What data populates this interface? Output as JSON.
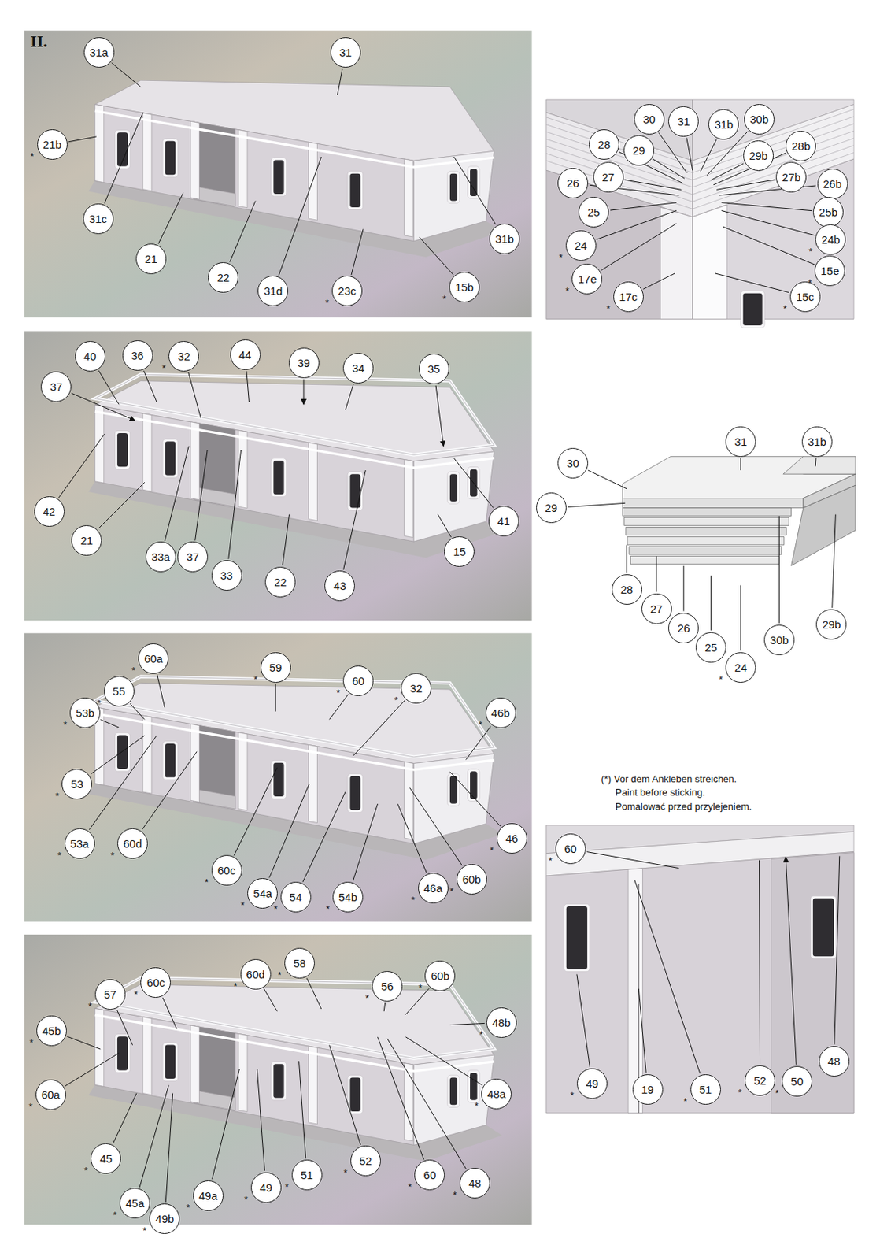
{
  "diagram": {
    "nodes": [
      {
        "text": [
          "31a"
        ]
      },
      {
        "text": [
          "31"
        ]
      },
      {
        "text": [
          "21b",
          "*"
        ]
      },
      {
        "text": [
          "31c"
        ]
      },
      {
        "text": [
          "21"
        ]
      },
      {
        "text": [
          "22"
        ]
      },
      {
        "text": [
          "31d"
        ]
      },
      {
        "text": [
          "23c",
          "*"
        ]
      },
      {
        "text": [
          "31b"
        ]
      },
      {
        "text": [
          "15b",
          "*"
        ]
      },
      {
        "text": [
          "30"
        ]
      },
      {
        "text": [
          "31"
        ]
      },
      {
        "text": [
          "31b"
        ]
      },
      {
        "text": [
          "30b"
        ]
      },
      {
        "text": [
          "28"
        ]
      },
      {
        "text": [
          "29"
        ]
      },
      {
        "text": [
          "29b"
        ]
      },
      {
        "text": [
          "28b"
        ]
      },
      {
        "text": [
          "27"
        ]
      },
      {
        "text": [
          "27b"
        ]
      },
      {
        "text": [
          "26"
        ]
      },
      {
        "text": [
          "26b"
        ]
      },
      {
        "text": [
          "25"
        ]
      },
      {
        "text": [
          "25b"
        ]
      },
      {
        "text": [
          "24",
          "*"
        ]
      },
      {
        "text": [
          "24b",
          "*"
        ]
      },
      {
        "text": [
          "17e",
          "*"
        ]
      },
      {
        "text": [
          "15e",
          "*"
        ]
      },
      {
        "text": [
          "17c",
          "*"
        ]
      },
      {
        "text": [
          "15c",
          "*"
        ]
      },
      {
        "text": [
          "40"
        ]
      },
      {
        "text": [
          "36"
        ]
      },
      {
        "text": [
          "32",
          "*"
        ]
      },
      {
        "text": [
          "44"
        ]
      },
      {
        "text": [
          "39"
        ]
      },
      {
        "text": [
          "34"
        ]
      },
      {
        "text": [
          "35"
        ]
      },
      {
        "text": [
          "37"
        ]
      },
      {
        "text": [
          "42"
        ]
      },
      {
        "text": [
          "21"
        ]
      },
      {
        "text": [
          "33a"
        ]
      },
      {
        "text": [
          "37"
        ]
      },
      {
        "text": [
          "33"
        ]
      },
      {
        "text": [
          "22"
        ]
      },
      {
        "text": [
          "43"
        ]
      },
      {
        "text": [
          "41"
        ]
      },
      {
        "text": [
          "15"
        ]
      },
      {
        "text": [
          "31"
        ]
      },
      {
        "text": [
          "31b"
        ]
      },
      {
        "text": [
          "30"
        ]
      },
      {
        "text": [
          "29"
        ]
      },
      {
        "text": [
          "28"
        ]
      },
      {
        "text": [
          "27"
        ]
      },
      {
        "text": [
          "26"
        ]
      },
      {
        "text": [
          "25"
        ]
      },
      {
        "text": [
          "24",
          "*"
        ]
      },
      {
        "text": [
          "30b"
        ]
      },
      {
        "text": [
          "29b"
        ]
      },
      {
        "text": [
          "60a",
          "*"
        ]
      },
      {
        "text": [
          "59",
          "*"
        ]
      },
      {
        "text": [
          "60",
          "*"
        ]
      },
      {
        "text": [
          "32",
          "*"
        ]
      },
      {
        "text": [
          "55",
          "*"
        ]
      },
      {
        "text": [
          "53b",
          "*"
        ]
      },
      {
        "text": [
          "46b",
          "*"
        ]
      },
      {
        "text": [
          "53",
          "*"
        ]
      },
      {
        "text": [
          "53a",
          "*"
        ]
      },
      {
        "text": [
          "60d",
          "*"
        ]
      },
      {
        "text": [
          "46",
          "*"
        ]
      },
      {
        "text": [
          "60c",
          "*"
        ]
      },
      {
        "text": [
          "54a",
          "*"
        ]
      },
      {
        "text": [
          "54",
          "*"
        ]
      },
      {
        "text": [
          "54b",
          "*"
        ]
      },
      {
        "text": [
          "46a",
          "*"
        ]
      },
      {
        "text": [
          "60b",
          "*"
        ]
      },
      {
        "text": [
          "60",
          "*"
        ]
      },
      {
        "text": [
          "49",
          "*"
        ]
      },
      {
        "text": [
          "19"
        ]
      },
      {
        "text": [
          "51",
          "*"
        ]
      },
      {
        "text": [
          "52",
          "*"
        ]
      },
      {
        "text": [
          "50",
          "*"
        ]
      },
      {
        "text": [
          "48"
        ]
      },
      {
        "text": [
          "60c",
          "*"
        ]
      },
      {
        "text": [
          "60d",
          "*"
        ]
      },
      {
        "text": [
          "58",
          "*"
        ]
      },
      {
        "text": [
          "56",
          "*"
        ]
      },
      {
        "text": [
          "60b",
          "*"
        ]
      },
      {
        "text": [
          "57",
          "*"
        ]
      },
      {
        "text": [
          "45b",
          "*"
        ]
      },
      {
        "text": [
          "48b",
          "*"
        ]
      },
      {
        "text": [
          "60a",
          "*"
        ]
      },
      {
        "text": [
          "48a",
          "*"
        ]
      },
      {
        "text": [
          "45",
          "*"
        ]
      },
      {
        "text": [
          "45a",
          "*"
        ]
      },
      {
        "text": [
          "49b",
          "*"
        ]
      },
      {
        "text": [
          "49a",
          "*"
        ]
      },
      {
        "text": [
          "49",
          "*"
        ]
      },
      {
        "text": [
          "51",
          "*"
        ]
      },
      {
        "text": [
          "52",
          "*"
        ]
      },
      {
        "text": [
          "60",
          "*"
        ]
      },
      {
        "text": [
          "48",
          "*"
        ]
      }
    ],
    "labels": [
      "II.",
      "(*) Vor dem Ankleben streichen.",
      "Paint before sticking.",
      "Pomalować przed przylejeniem."
    ]
  }
}
